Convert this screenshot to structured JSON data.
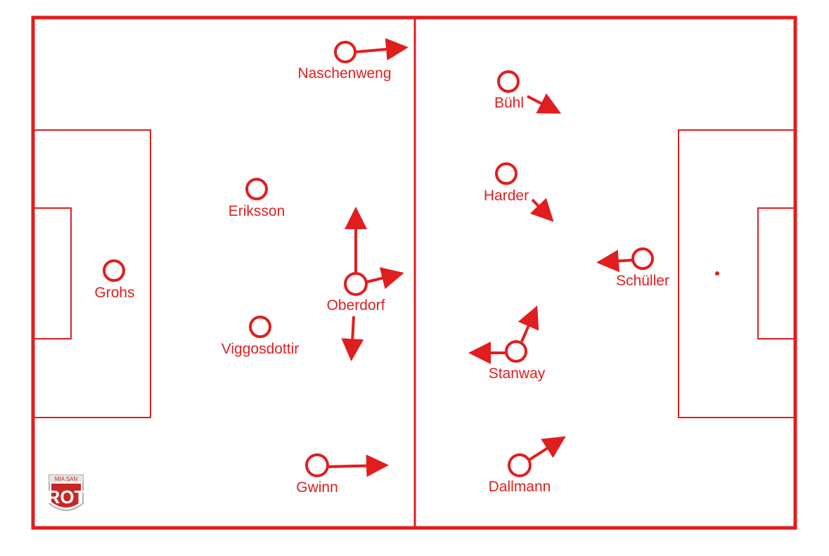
{
  "colors": {
    "primary": "#e01e1e",
    "background": "#ffffff"
  },
  "logo": {
    "top_text": "MIA SAN",
    "main_text": "ROT"
  },
  "players": [
    {
      "id": "naschenweng",
      "name": "Naschenweng",
      "arrows": 1
    },
    {
      "id": "buhl",
      "name": "Bühl",
      "arrows": 1
    },
    {
      "id": "harder",
      "name": "Harder",
      "arrows": 1
    },
    {
      "id": "eriksson",
      "name": "Eriksson",
      "arrows": 0
    },
    {
      "id": "grohs",
      "name": "Grohs",
      "arrows": 0
    },
    {
      "id": "oberdorf",
      "name": "Oberdorf",
      "arrows": 3
    },
    {
      "id": "schuller",
      "name": "Schüller",
      "arrows": 1
    },
    {
      "id": "viggosdottir",
      "name": "Viggosdottir",
      "arrows": 0
    },
    {
      "id": "stanway",
      "name": "Stanway",
      "arrows": 2
    },
    {
      "id": "gwinn",
      "name": "Gwinn",
      "arrows": 1
    },
    {
      "id": "dallmann",
      "name": "Dallmann",
      "arrows": 1
    }
  ]
}
